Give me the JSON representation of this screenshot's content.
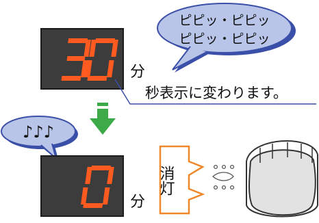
{
  "top_display": {
    "digits": "30",
    "unit": "分"
  },
  "bottom_display": {
    "digits": "0",
    "unit": "分"
  },
  "beep_bubble": {
    "line1": "ピピッ・ピピッ",
    "line2": "ピピッ・ピピッ"
  },
  "caption": "秒表示に変わります。",
  "music_bubble": {
    "notes": "♪♪♪"
  },
  "lamp_label": "消灯",
  "colors": {
    "display_bg": "#3c3c3c",
    "digit": "#ff5a1f",
    "arrow": "#3daa4a",
    "bubble_fill": "#b8c4e8",
    "bubble_edge": "#3a4fa8",
    "lamp_frame": "#f0882a",
    "knob_fill": "#e2e2e2"
  },
  "icons": [
    "down-arrow-icon",
    "lamp-off-icon",
    "knob-icon"
  ]
}
